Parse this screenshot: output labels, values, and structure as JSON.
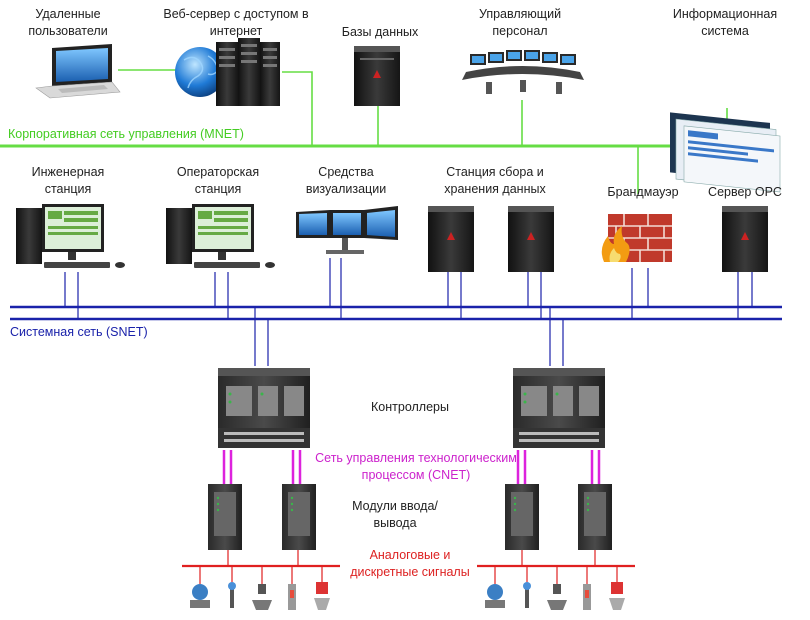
{
  "labels": {
    "remote_users": "Удаленные пользователи",
    "web_server": "Веб-сервер с доступом в интернет",
    "databases": "Базы данных",
    "managing_staff": "Управляющий персонал",
    "info_system": "Информационная система",
    "eng_station": "Инженерная станция",
    "operator_station": "Операторская станция",
    "visualization": "Средства визуализации",
    "data_station": "Станция сбора и хранения данных",
    "firewall": "Брандмауэр",
    "opc_server": "Сервер OPC",
    "controllers": "Контроллеры",
    "io_modules": "Модули ввода/вывода"
  },
  "networks": {
    "mnet": "Корпоративная сеть управления (MNET)",
    "snet": "Системная сеть (SNET)",
    "cnet": "Сеть управления технологическим процессом (CNET)",
    "signals": "Аналоговые и дискретные сигналы"
  },
  "colors": {
    "mnet": "#66dd44",
    "snet": "#1a22aa",
    "cnet": "#dd22dd",
    "signals": "#e02020",
    "mnet_text": "#44cc22",
    "snet_text": "#1a22aa",
    "cnet_text": "#cc22cc",
    "signals_text": "#dd2222"
  }
}
